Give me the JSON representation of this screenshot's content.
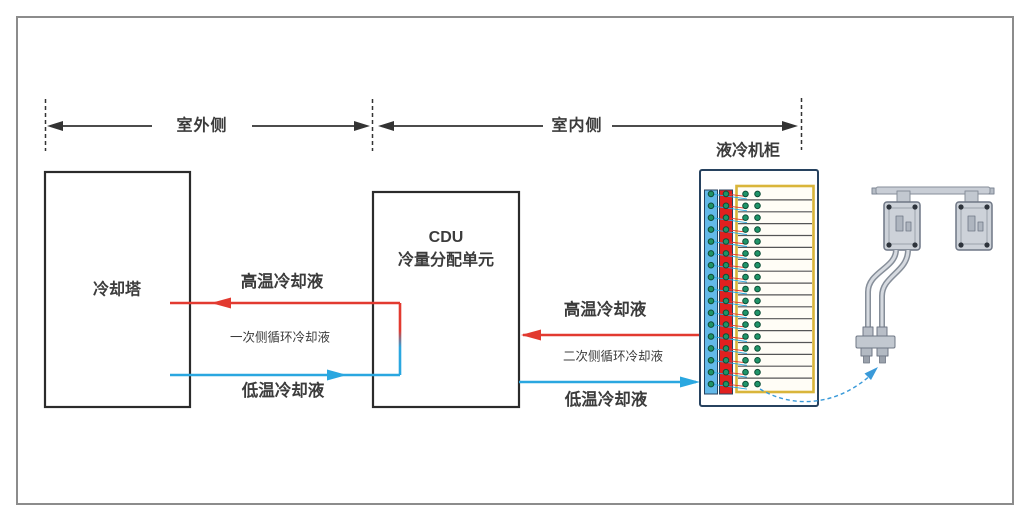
{
  "zones": {
    "outdoor_label": "室外侧",
    "indoor_label": "室内侧"
  },
  "nodes": {
    "cooling_tower_label": "冷却塔",
    "cdu_title": "CDU",
    "cdu_subtitle": "冷量分配单元",
    "cabinet_label": "液冷机柜"
  },
  "primary_loop": {
    "hot_label": "高温冷却液",
    "loop_label": "一次侧循环冷却液",
    "cold_label": "低温冷却液"
  },
  "secondary_loop": {
    "hot_label": "高温冷却液",
    "loop_label": "二次侧循环冷却液",
    "cold_label": "低温冷却液"
  },
  "cabinet": {
    "slot_count": 17,
    "dots_per_slot": 2
  },
  "colors": {
    "hot": "#e23a30",
    "cold": "#2aa7e0",
    "manifold_cold": "#63b9e9",
    "manifold_hot": "#e1201f",
    "rack_border": "#d9b53a",
    "dot_fill": "#1f9468",
    "dot_ring": "#0d4d36",
    "cabinet_border": "#27425f",
    "line_dark": "#333333",
    "dashed_link": "#3a9ad9"
  }
}
